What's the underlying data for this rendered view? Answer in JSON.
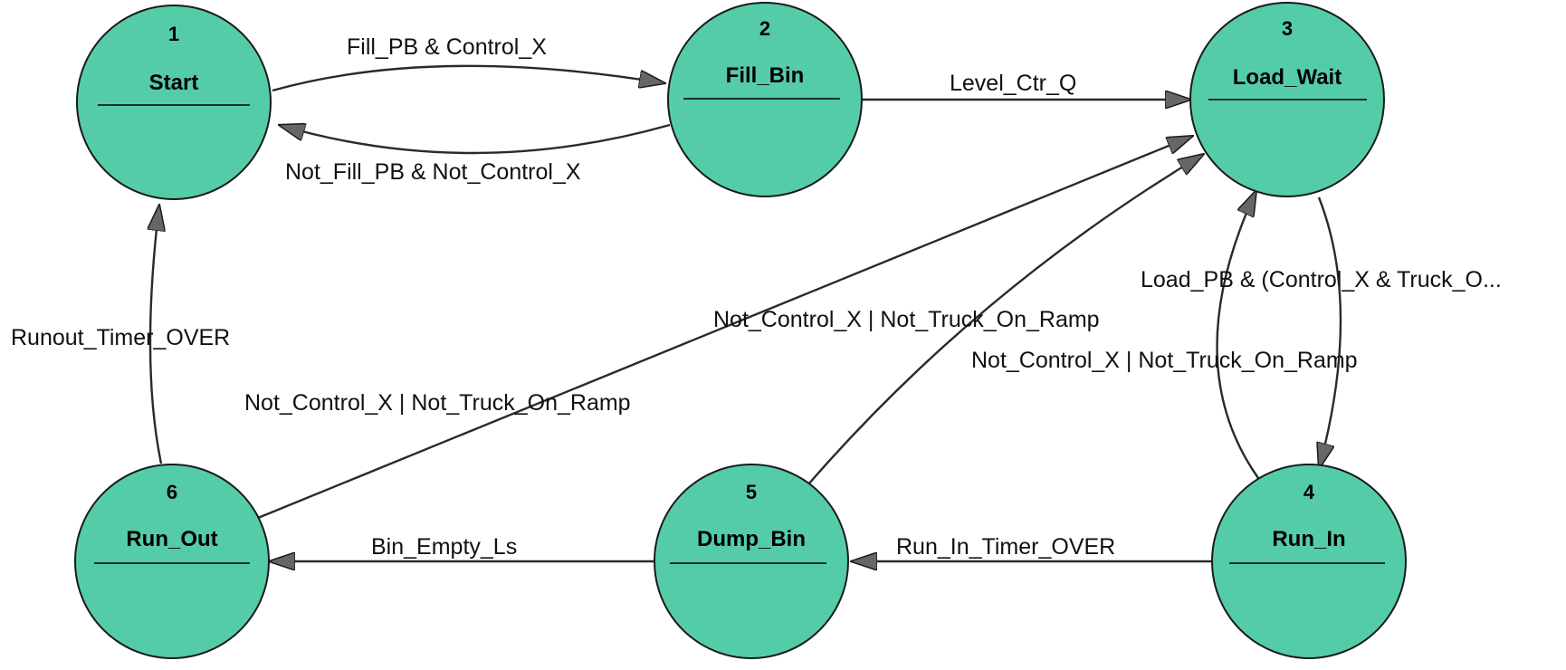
{
  "diagram": {
    "states": [
      {
        "id": "s1",
        "number": "1",
        "name": "Start"
      },
      {
        "id": "s2",
        "number": "2",
        "name": "Fill_Bin"
      },
      {
        "id": "s3",
        "number": "3",
        "name": "Load_Wait"
      },
      {
        "id": "s4",
        "number": "4",
        "name": "Run_In"
      },
      {
        "id": "s5",
        "number": "5",
        "name": "Dump_Bin"
      },
      {
        "id": "s6",
        "number": "6",
        "name": "Run_Out"
      }
    ],
    "transitions": [
      {
        "from": "1",
        "to": "2",
        "label": "Fill_PB & Control_X"
      },
      {
        "from": "2",
        "to": "1",
        "label": "Not_Fill_PB & Not_Control_X"
      },
      {
        "from": "2",
        "to": "3",
        "label": "Level_Ctr_Q"
      },
      {
        "from": "3",
        "to": "4",
        "label": "Load_PB & (Control_X & Truck_O..."
      },
      {
        "from": "4",
        "to": "3",
        "label": "Not_Control_X | Not_Truck_On_Ramp"
      },
      {
        "from": "5",
        "to": "3",
        "label": "Not_Control_X | Not_Truck_On_Ramp"
      },
      {
        "from": "6",
        "to": "3",
        "label": "Not_Control_X | Not_Truck_On_Ramp"
      },
      {
        "from": "4",
        "to": "5",
        "label": "Run_In_Timer_OVER"
      },
      {
        "from": "5",
        "to": "6",
        "label": "Bin_Empty_Ls"
      },
      {
        "from": "6",
        "to": "1",
        "label": "Runout_Timer_OVER"
      }
    ]
  },
  "colors": {
    "state_fill": "#55cca8",
    "state_stroke": "#1a1a1a",
    "edge": "#2a2a2a",
    "arrowhead": "#666666"
  }
}
